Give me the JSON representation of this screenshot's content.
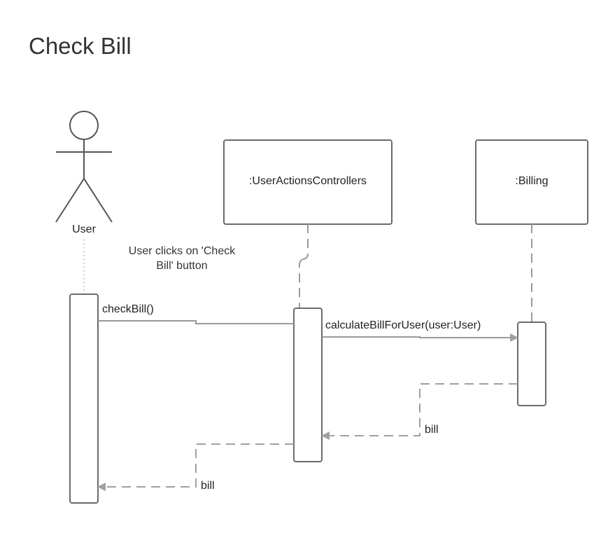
{
  "diagram": {
    "title": "Check Bill",
    "actor": {
      "name": "User"
    },
    "objects": [
      {
        "label": ":UserActionsControllers"
      },
      {
        "label": ":Billing"
      }
    ],
    "note": {
      "line1": "User clicks on 'Check",
      "line2": "Bill' button"
    },
    "messages": [
      {
        "label": "checkBill()",
        "type": "call"
      },
      {
        "label": "calculateBillForUser(user:User)",
        "type": "call"
      },
      {
        "label": "bill",
        "type": "return"
      },
      {
        "label": "bill",
        "type": "return"
      }
    ],
    "colors": {
      "stroke": "#6b6b6b",
      "line": "#9a9a9a",
      "text": "#222222"
    }
  }
}
